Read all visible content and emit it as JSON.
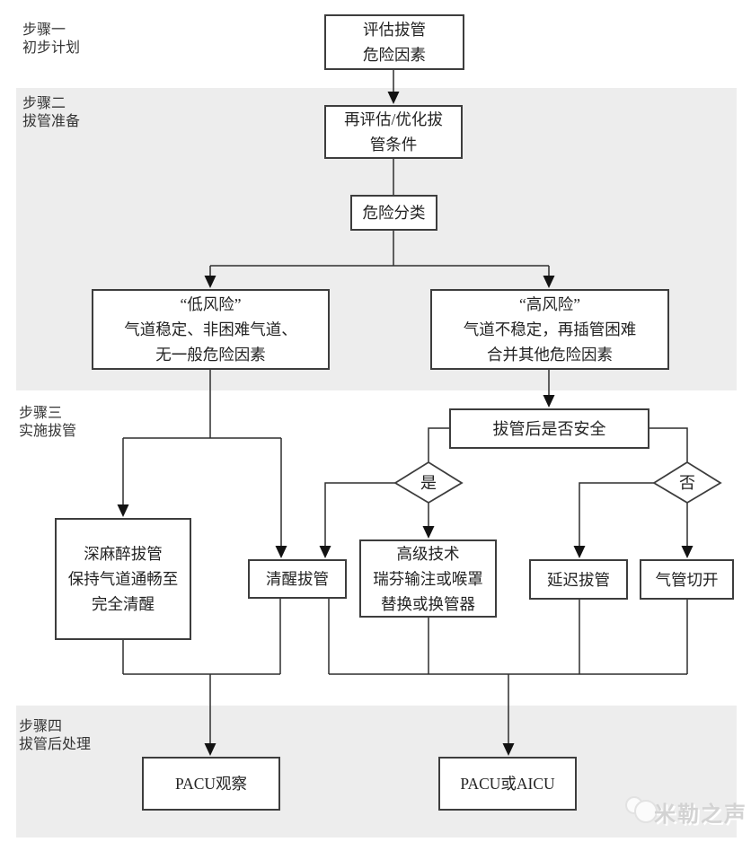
{
  "steps": [
    {
      "lines": [
        "步骤一",
        "初步计划"
      ]
    },
    {
      "lines": [
        "步骤二",
        "拔管准备"
      ]
    },
    {
      "lines": [
        "步骤三",
        "实施拔管"
      ]
    },
    {
      "lines": [
        "步骤四",
        "拔管后处理"
      ]
    }
  ],
  "nodes": {
    "assess": {
      "lines": [
        "评估拔管",
        "危险因素"
      ]
    },
    "reassess": {
      "lines": [
        "再评估/优化拔",
        "管条件"
      ]
    },
    "classify": {
      "lines": [
        "危险分类"
      ]
    },
    "low_risk": {
      "lines": [
        "“低风险”",
        "气道稳定、非困难气道、",
        "无一般危险因素"
      ]
    },
    "high_risk": {
      "lines": [
        "“高风险”",
        "气道不稳定，再插管困难",
        "合并其他危险因素"
      ]
    },
    "safe_after": {
      "lines": [
        "拔管后是否安全"
      ]
    },
    "yes": {
      "label": "是"
    },
    "no": {
      "label": "否"
    },
    "deep": {
      "lines": [
        "深麻醉拔管",
        "保持气道通畅至",
        "完全清醒"
      ]
    },
    "awake": {
      "lines": [
        "清醒拔管"
      ]
    },
    "advanced": {
      "lines": [
        "高级技术",
        "瑞芬输注或喉罩",
        "替换或换管器"
      ]
    },
    "delayed": {
      "lines": [
        "延迟拔管"
      ]
    },
    "tracheotomy": {
      "lines": [
        "气管切开"
      ]
    },
    "pacu": {
      "lines": [
        "PACU观察"
      ]
    },
    "pacu_aicu": {
      "lines": [
        "PACU或AICU"
      ]
    }
  },
  "watermark": {
    "text": "米勒之声"
  },
  "colors": {
    "band_gray": "#ededed",
    "line": "#2e2e2e",
    "box_border": "#3d3d3d",
    "text": "#232323",
    "watermark_text": "#d3d3d3"
  }
}
